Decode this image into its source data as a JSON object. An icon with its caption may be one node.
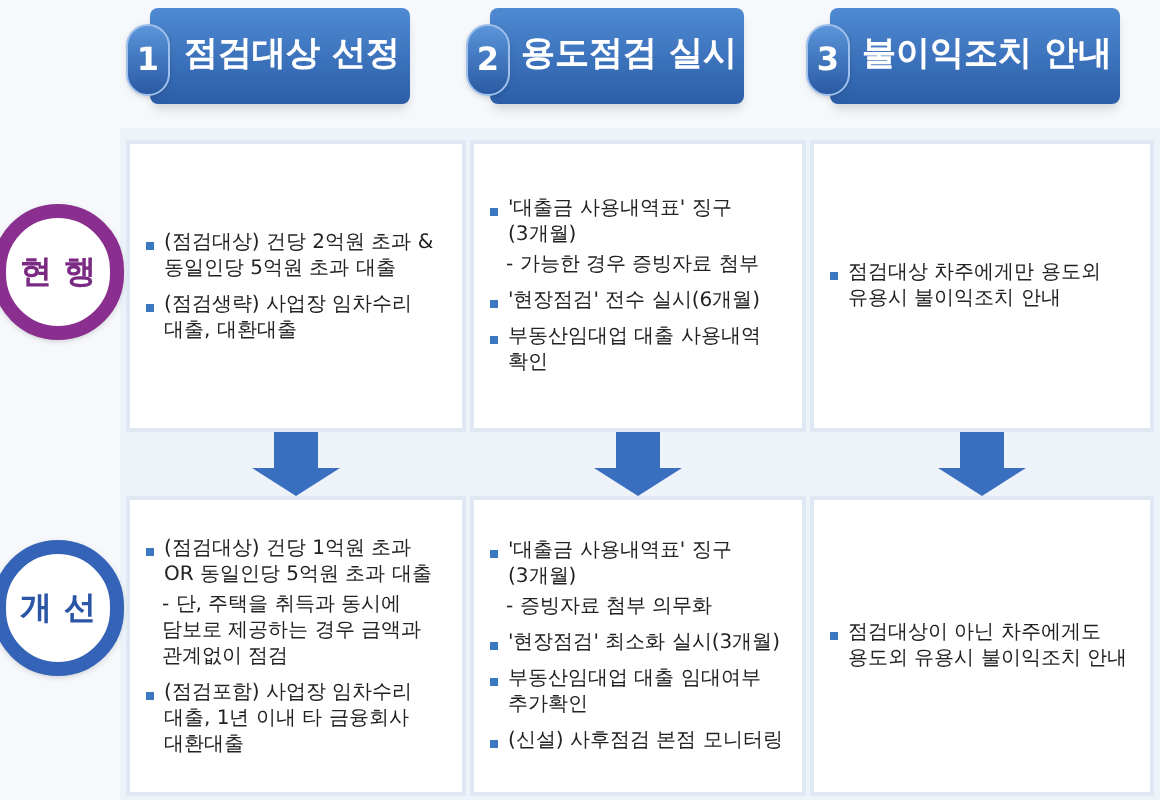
{
  "diagram": {
    "nodes": [
      {
        "text": [
          "1"
        ]
      },
      {
        "text": [
          "점검대상 선정"
        ]
      },
      {
        "text": [
          "2"
        ]
      },
      {
        "text": [
          "용도점검 실시"
        ]
      },
      {
        "text": [
          "3"
        ]
      },
      {
        "text": [
          "불이익조치 안내"
        ]
      },
      {
        "text": [
          "현 행"
        ]
      },
      {
        "text": [
          "(점검대상) 건당 2억원 초과 & 동일인당 5억원 초과 대출",
          "(점검생략) 사업장 임차수리 대출, 대환대출"
        ]
      },
      {
        "text": [
          "'대출금 사용내역표' 징구(3개월)",
          "- 가능한 경우 증빙자료 첨부",
          "'현장점검' 전수 실시(6개월)",
          "부동산임대업 대출 사용내역 확인"
        ]
      },
      {
        "text": [
          "점검대상 차주에게만 용도외 유용시 불이익조치 안내"
        ]
      },
      {
        "text": [
          "개 선"
        ]
      },
      {
        "text": [
          "(점검대상) 건당 1억원 초과 OR 동일인당 5억원 초과 대출",
          "- 단, 주택을 취득과 동시에 담보로 제공하는 경우 금액과 관계없이 점검",
          "(점검포함) 사업장 임차수리 대출, 1년 이내 타 금융회사 대환대출"
        ]
      },
      {
        "text": [
          "'대출금 사용내역표' 징구(3개월)",
          "- 증빙자료 첨부 의무화",
          "'현장점검' 최소화 실시(3개월)",
          "부동산임대업 대출 임대여부 추가확인",
          "(신설) 사후점검 본점 모니터링"
        ]
      },
      {
        "text": [
          "점검대상이 아닌 차주에게도 용도외 유용시 불이익조치 안내"
        ]
      }
    ],
    "edges": [
      {
        "from": 7,
        "to": 11,
        "arrow": "to",
        "style": "thick"
      },
      {
        "from": 8,
        "to": 12,
        "arrow": "to",
        "style": "thick"
      },
      {
        "from": 9,
        "to": 13,
        "arrow": "to",
        "style": "thick"
      }
    ]
  }
}
